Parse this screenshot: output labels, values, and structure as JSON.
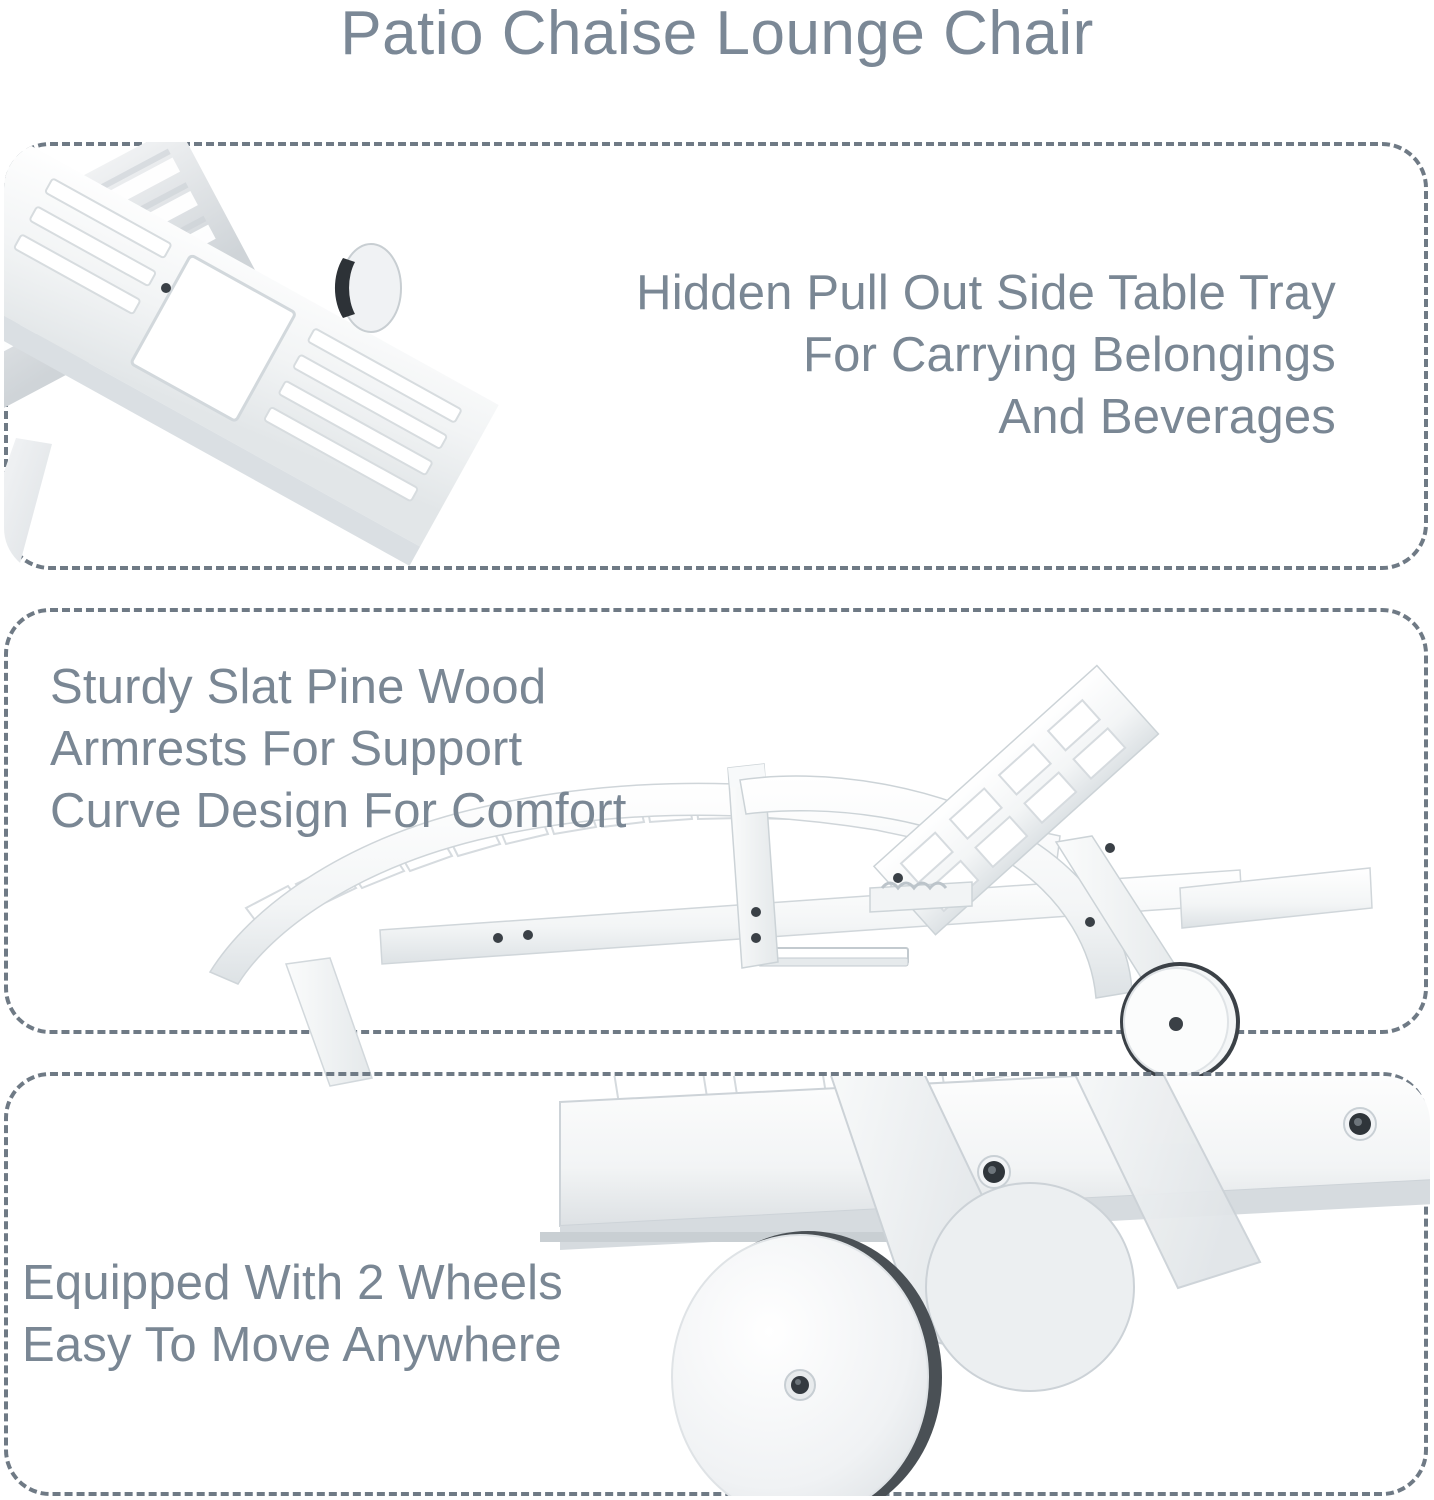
{
  "page": {
    "title": "Patio Chaise Lounge Chair",
    "background_color": "#ffffff",
    "text_color": "#7a8794",
    "title_color": "#7b8896",
    "border_color": "#6f7a85",
    "product_color": "#ffffff",
    "shadow_color": "#d9dde0",
    "hardware_color": "#3a4046"
  },
  "panels": [
    {
      "id": "panel-1",
      "feature_text": "Hidden Pull Out Side Table Tray\nFor Carrying Belongings\nAnd Beverages",
      "text_align": "right",
      "image_name": "pull-out-side-table-tray-photo"
    },
    {
      "id": "panel-2",
      "feature_text": "Sturdy Slat Pine Wood\nArmrests For Support\nCurve Design For Comfort",
      "text_align": "left",
      "image_name": "chaise-lounge-side-view-photo"
    },
    {
      "id": "panel-3",
      "feature_text": "Equipped With 2 Wheels\nEasy To Move Anywhere",
      "text_align": "left",
      "image_name": "wheel-closeup-photo"
    }
  ]
}
